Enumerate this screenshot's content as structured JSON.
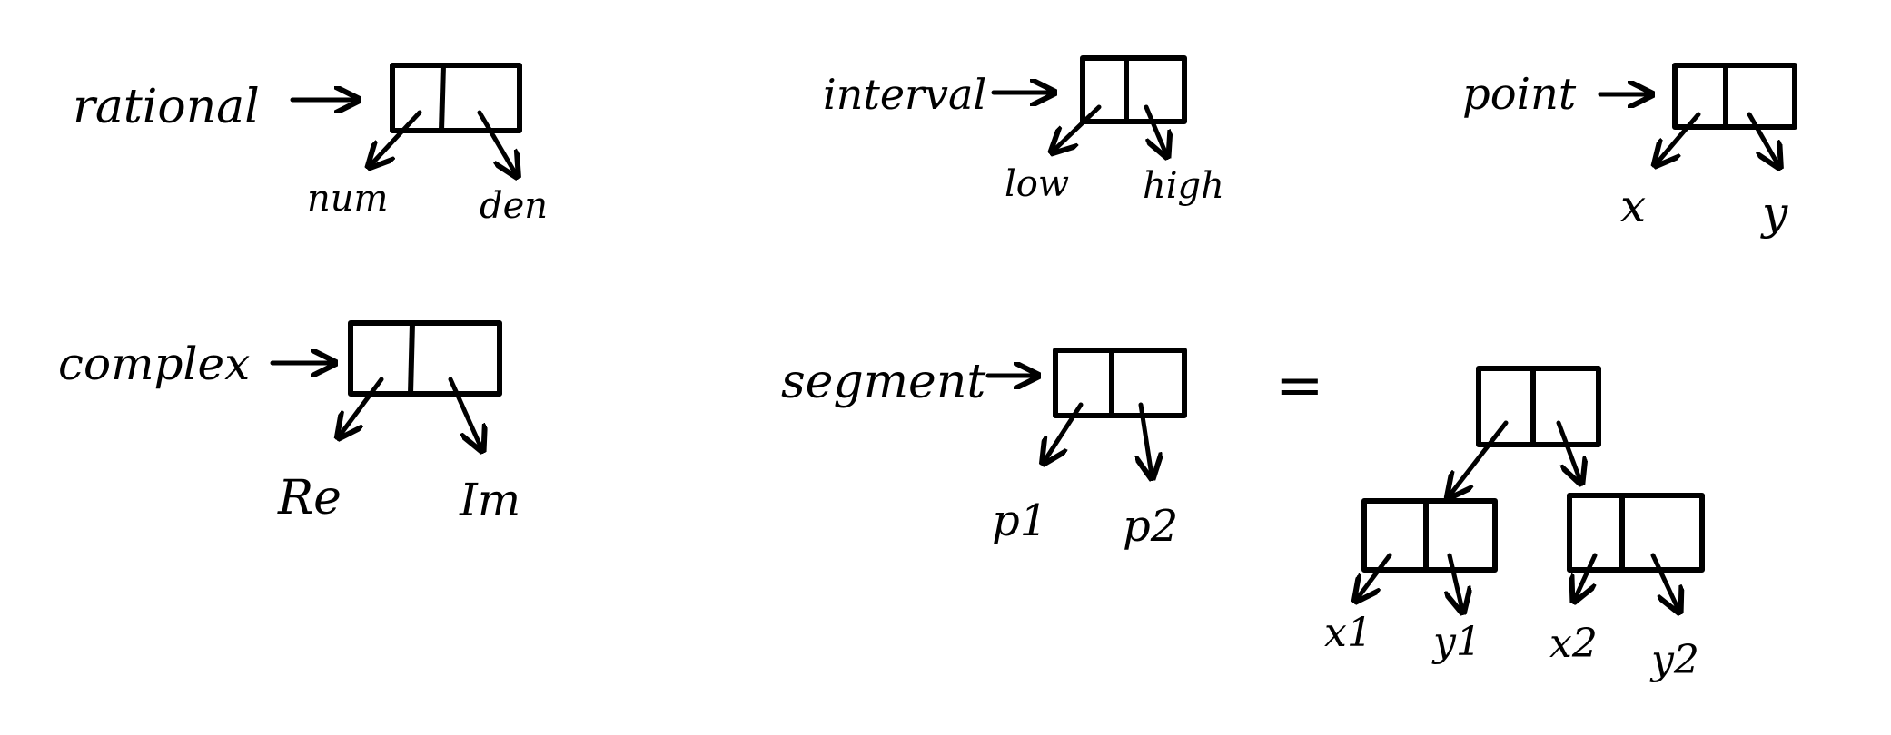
{
  "labels": {
    "rational": "rational",
    "rational_car": "num",
    "rational_cdr": "den",
    "interval": "interval",
    "interval_car": "low",
    "interval_cdr": "high",
    "point": "point",
    "point_car": "x",
    "point_cdr": "y",
    "complex": "complex",
    "complex_car": "Re",
    "complex_cdr": "Im",
    "segment": "segment",
    "segment_car": "p1",
    "segment_cdr": "p2",
    "equals": "=",
    "p1_car": "x1",
    "p1_cdr": "y1",
    "p2_car": "x2",
    "p2_cdr": "y2"
  }
}
